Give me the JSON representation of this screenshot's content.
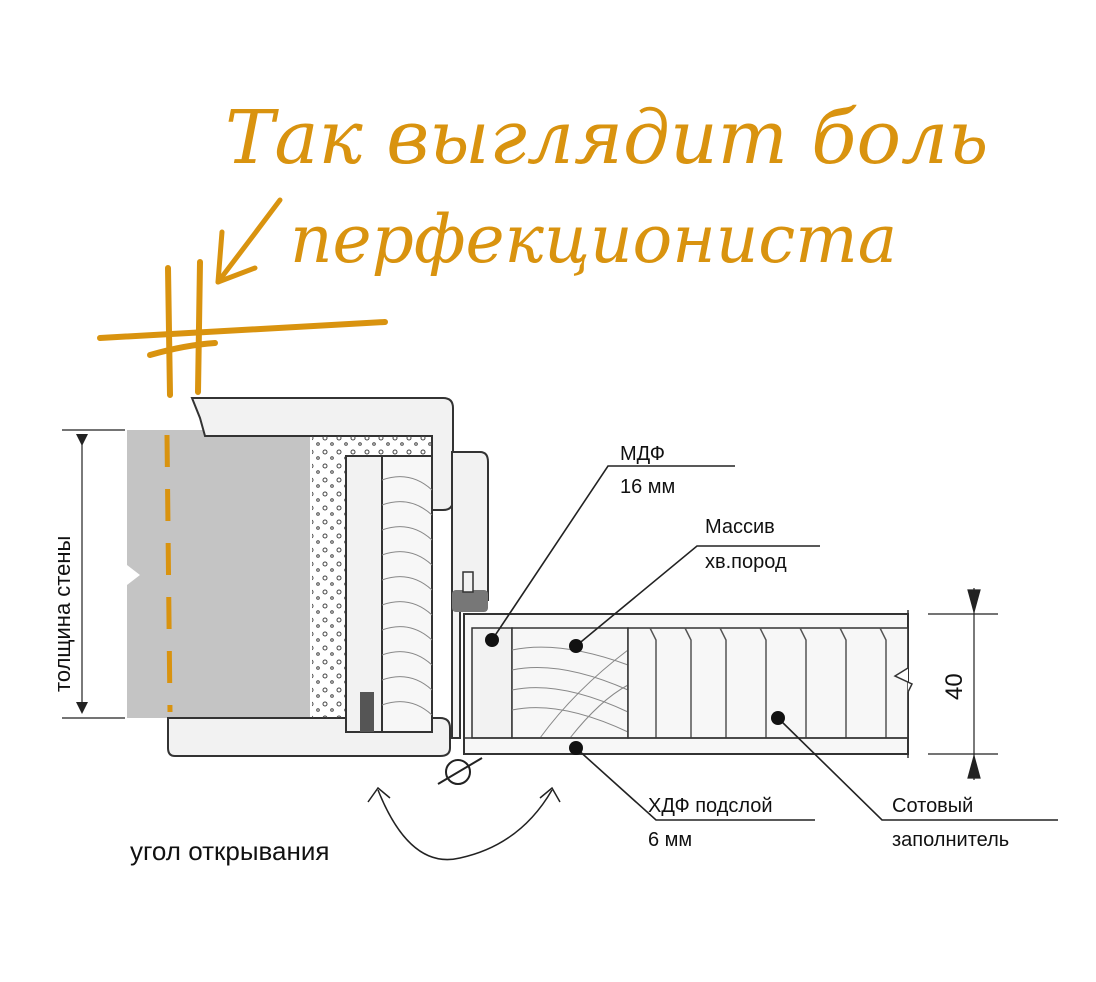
{
  "heading": {
    "line1": "Так выглядит боль",
    "line2": "перфекциониста"
  },
  "labels": {
    "wall_thickness": "толщина стены",
    "mdf_title": "МДФ",
    "mdf_size": "16 мм",
    "massiv_title": "Массив",
    "massiv_sub": "хв.пород",
    "hdf_title": "ХДФ подслой",
    "hdf_size": "6 мм",
    "honeycomb_title": "Сотовый",
    "honeycomb_sub": "заполнитель",
    "opening_angle": "угол открывания",
    "door_thickness": "40"
  },
  "colors": {
    "accent_orange": "#d9930f",
    "wall_gray": "#c4c4c4",
    "outline": "#333333",
    "panel_fill": "#f2f2f2"
  },
  "icons": {
    "hash_mark": "hash-scribble-icon",
    "pointer": "hand-drawn-arrow-icon",
    "diameter": "diameter-symbol-icon"
  }
}
